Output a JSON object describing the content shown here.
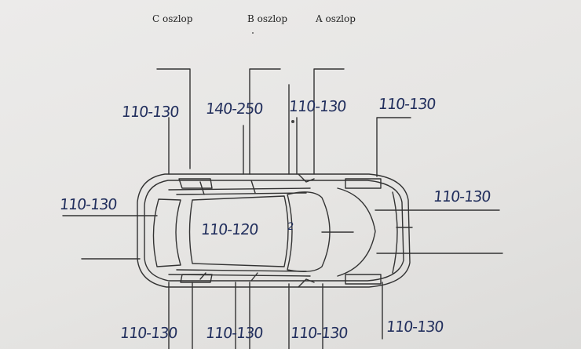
{
  "pillars": {
    "c": "C oszlop",
    "b": "B oszlop",
    "a": "A oszlop"
  },
  "measurements": {
    "rear_top": "110-130",
    "b_top": "140-250",
    "a_top": "110-130",
    "front_top": "110-130",
    "rear": "110-130",
    "front": "110-130",
    "roof": "110-120",
    "rear_bottom": "110-130",
    "b_bottom": "110-130",
    "a_bottom": "110-130",
    "front_bottom": "110-130"
  },
  "roof_mark": "2"
}
